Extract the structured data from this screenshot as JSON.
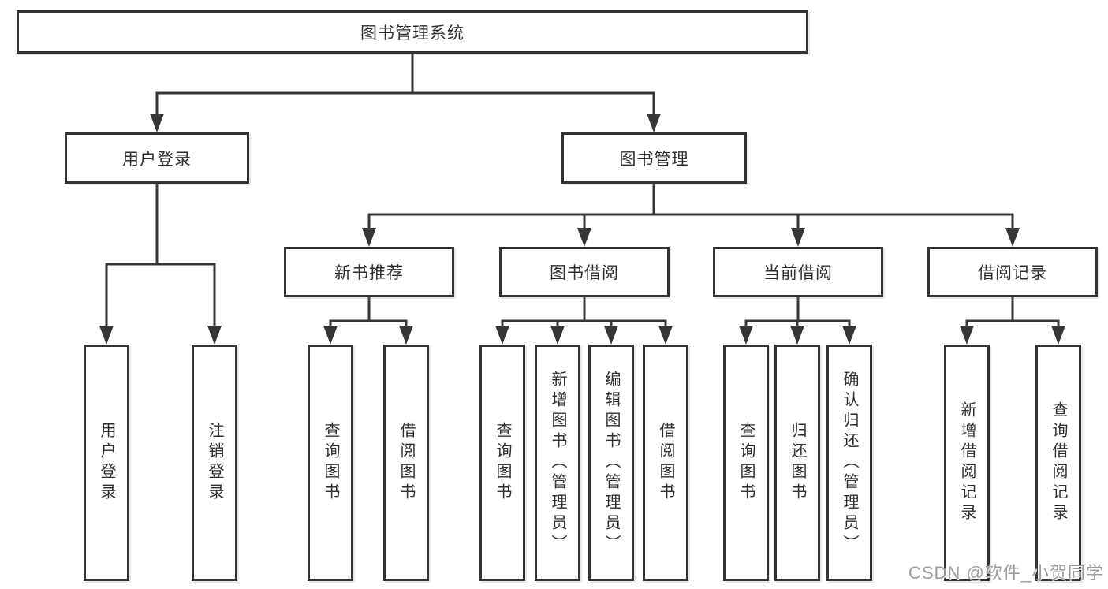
{
  "diagram": {
    "root": {
      "label": "图书管理系统"
    },
    "branches": [
      {
        "label": "用户登录",
        "children": [
          {
            "label": "用户登录"
          },
          {
            "label": "注销登录"
          }
        ]
      },
      {
        "label": "图书管理",
        "children": [
          {
            "label": "新书推荐",
            "children": [
              {
                "label": "查询图书"
              },
              {
                "label": "借阅图书"
              }
            ]
          },
          {
            "label": "图书借阅",
            "children": [
              {
                "label": "查询图书"
              },
              {
                "label": "新增图书（管理员）"
              },
              {
                "label": "编辑图书（管理员）"
              },
              {
                "label": "借阅图书"
              }
            ]
          },
          {
            "label": "当前借阅",
            "children": [
              {
                "label": "查询图书"
              },
              {
                "label": "归还图书"
              },
              {
                "label": "确认归还（管理员）"
              }
            ]
          },
          {
            "label": "借阅记录",
            "children": [
              {
                "label": "新增借阅记录"
              },
              {
                "label": "查询借阅记录"
              }
            ]
          }
        ]
      }
    ],
    "watermark": "CSDN @软件_小贺同学",
    "colors": {
      "line": "#363636",
      "box_border": "#333333",
      "text": "#2f2f2f",
      "watermark": "#9c9c9c",
      "background": "#ffffff"
    }
  }
}
